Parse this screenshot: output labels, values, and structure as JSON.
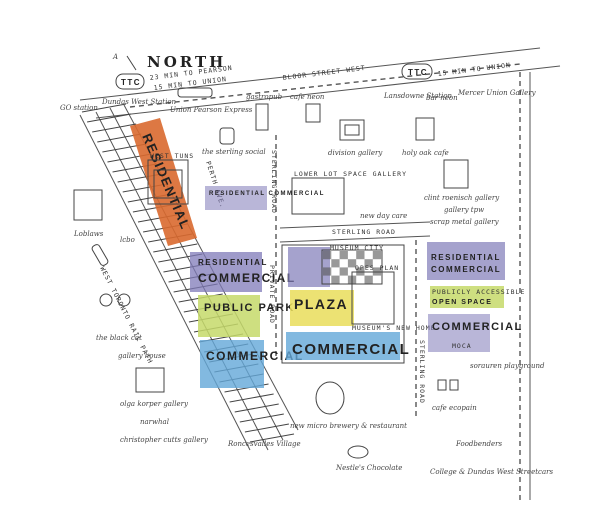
{
  "colors": {
    "residential": "#d9692f",
    "commercial_purple": "#7f7ab8",
    "commercial_blue": "#63a8d8",
    "park_green": "#c5d96a",
    "plaza_yellow": "#e9dd5a"
  },
  "compass": {
    "label": "NORTH",
    "direction": "A"
  },
  "streets": {
    "bloor": "BLOOR STREET WEST",
    "sterling": "STERLING ROAD",
    "perth": "PERTH AVE.",
    "west_toronto": "WEST TORONTO RAIL PATH",
    "sterling_vert_left": "STERLING ROAD",
    "sterling_vert_right": "STERLING ROAD",
    "private_road": "PRIVATE ROAD",
    "lower_lot": "LOWER LOT SPACE GALLERY"
  },
  "transit": {
    "ttc_left": "TTC",
    "ttc_right": "TTC",
    "walk_pearson": "23 MIN TO PEARSON",
    "walk_union_left": "15 MIN TO UNION",
    "walk_union_right": "15 MIN TO UNION",
    "dundas_west": "Dundas West Station",
    "lansdowne": "Lansdowne Station",
    "go_station": "GO station",
    "up_express": "Union Pearson Express"
  },
  "blocks": {
    "residential_left": "RESIDENTIAL",
    "west_tuns": "WEST TUNS",
    "res_comm_top": "RESIDENTIAL COMMERCIAL",
    "res_comm_left_1": "RESIDENTIAL",
    "res_comm_left_2": "COMMERCIAL",
    "public_park": "PUBLIC PARK",
    "commercial_left": "COMMERCIAL",
    "plaza": "PLAZA",
    "commercial_center": "COMMERCIAL",
    "museum_moca": "MUSEUM CITY",
    "res_comm_right_1": "RESIDENTIAL",
    "res_comm_right_2": "COMMERCIAL",
    "open_space_1": "PUBLICLY ACCESSIBLE",
    "open_space_2": "OPEN SPACE",
    "commercial_right": "COMMERCIAL",
    "moca": "MOCA",
    "opes_plan": "OPES PLAN",
    "museum_new_home": "MUSEUM'S NEW HOME"
  },
  "places": {
    "gastropub": "gastropub",
    "cafe_neon": "cafe neon",
    "division_gallery": "division gallery",
    "holy_oak": "holy oak cafe",
    "sterling_social": "the sterling social",
    "new_day_care": "new day care",
    "clint_roenisch": "clint roenisch gallery",
    "gallery_tpw": "gallery tpw",
    "scrap_metal": "scrap metal gallery",
    "loblaws": "Loblaws",
    "lcbo": "lcbo",
    "black_cat": "the black cat",
    "gallery_house": "gallery house",
    "olga_korper": "olga korper gallery",
    "narwhal": "narwhal",
    "christopher_cutts": "christopher cutts gallery",
    "new_micro_brewery": "new micro brewery & restaurant",
    "roncesvalles": "Roncesvalles Village",
    "nestle": "Nestle's Chocolate",
    "sorauren": "sorauren playground",
    "cafe_ecopain": "cafe ecopain",
    "foodbenders": "Foodbenders",
    "college_dundas": "College & Dundas West Streetcars",
    "kos_mercer": "Mercer Union Gallery",
    "bar_neon": "bar neon"
  }
}
